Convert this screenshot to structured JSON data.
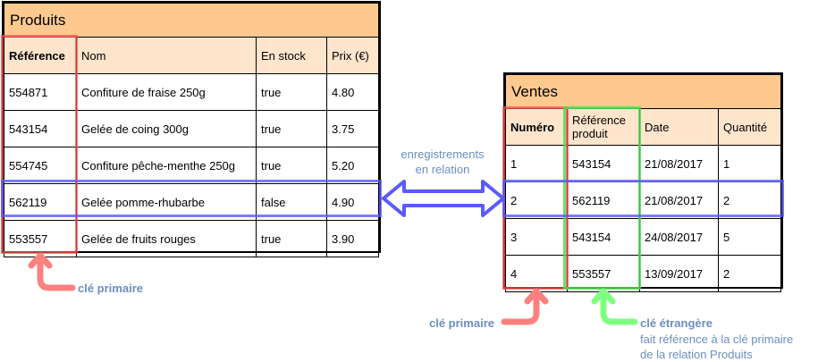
{
  "produits": {
    "title": "Produits",
    "headers": [
      "Référence",
      "Nom",
      "En stock",
      "Prix (€)"
    ],
    "rows": [
      [
        "554871",
        "Confiture de fraise 250g",
        "true",
        "4.80"
      ],
      [
        "543154",
        "Gelée de coing 300g",
        "true",
        "3.75"
      ],
      [
        "554745",
        "Confiture pêche-menthe 250g",
        "true",
        "5.20"
      ],
      [
        "562119",
        "Gelée pomme-rhubarbe",
        "false",
        "4.90"
      ],
      [
        "553557",
        "Gelée de fruits rouges",
        "true",
        "3.90"
      ]
    ]
  },
  "ventes": {
    "title": "Ventes",
    "headers": [
      "Numéro",
      "Référence produit",
      "Date",
      "Quantité"
    ],
    "rows": [
      [
        "1",
        "543154",
        "21/08/2017",
        "1"
      ],
      [
        "2",
        "562119",
        "21/08/2017",
        "2"
      ],
      [
        "3",
        "543154",
        "24/08/2017",
        "5"
      ],
      [
        "4",
        "553557",
        "13/09/2017",
        "2"
      ]
    ]
  },
  "labels": {
    "relation_line1": "enregistrements",
    "relation_line2": "en relation",
    "pk_produits": "clé primaire",
    "pk_ventes": "clé primaire",
    "fk": "clé étrangère",
    "fk_desc_line1": "fait référence à la clé primaire",
    "fk_desc_line2": "de la relation Produits"
  },
  "colors": {
    "primary_key": "#ff5050",
    "relation": "#5a5aff",
    "foreign_key": "#50dc50",
    "title_bg": "#fdc98f",
    "header_bg": "#ffe5cc",
    "label_text": "#6c8ebf"
  }
}
